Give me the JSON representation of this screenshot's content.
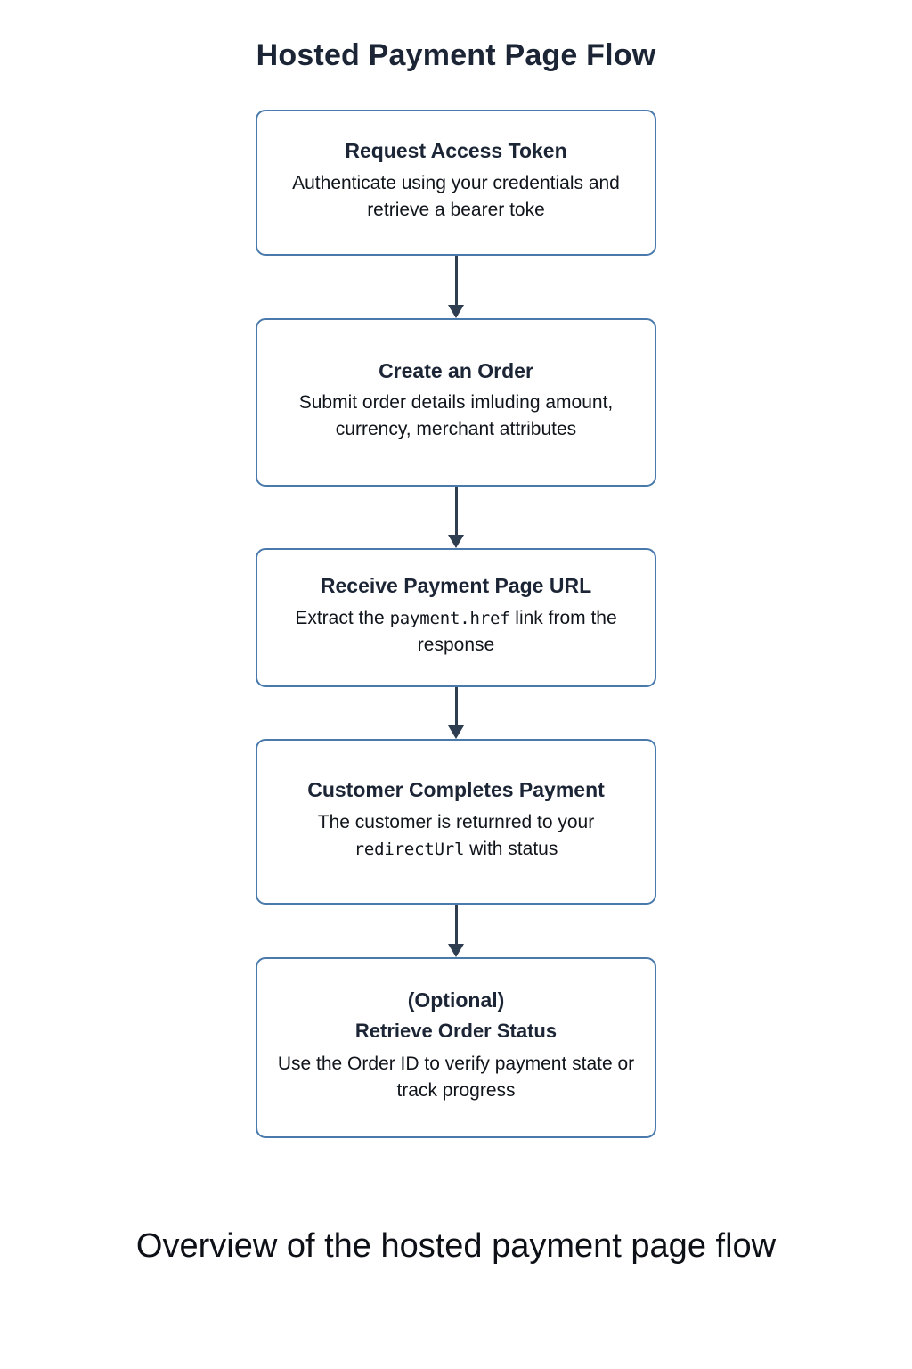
{
  "diagram": {
    "title": "Hosted Payment Page Flow",
    "caption": "Overview of the hosted payment page flow",
    "colors": {
      "node_border": "#4a7aab",
      "node_background": "#ffffff",
      "title_text": "#1b2535",
      "body_text": "#10151c",
      "arrow": "#2e3d50",
      "page_background": "#ffffff"
    },
    "nodes": [
      {
        "id": "request-access-token",
        "title": "Request Access Token",
        "desc_before": "Authenticate using your credentials and retrieve a bearer toke",
        "code": "",
        "desc_after": ""
      },
      {
        "id": "create-an-order",
        "title": "Create an Order",
        "desc_before": "Submit order details imluding amount, currency, merchant attributes",
        "code": "",
        "desc_after": ""
      },
      {
        "id": "receive-payment-page-url",
        "title": "Receive Payment Page URL",
        "desc_before": "Extract the ",
        "code": "payment.href",
        "desc_after": " link from the response"
      },
      {
        "id": "customer-completes-payment",
        "title": "Customer Completes Payment",
        "desc_before": "The customer is returnred to your ",
        "code": "redirectUrl",
        "desc_after": " with status"
      },
      {
        "id": "retrieve-order-status",
        "optional_label": "(Optional)",
        "title": "Retrieve Order Status",
        "desc_before": "Use the Order ID to verify payment state or track progress",
        "code": "",
        "desc_after": ""
      }
    ],
    "connectors": [
      {
        "id": "arrow-1-to-2",
        "icon": "down-arrow-icon"
      },
      {
        "id": "arrow-2-to-3",
        "icon": "down-arrow-icon"
      },
      {
        "id": "arrow-3-to-4",
        "icon": "down-arrow-icon"
      },
      {
        "id": "arrow-4-to-5",
        "icon": "down-arrow-icon"
      }
    ]
  }
}
